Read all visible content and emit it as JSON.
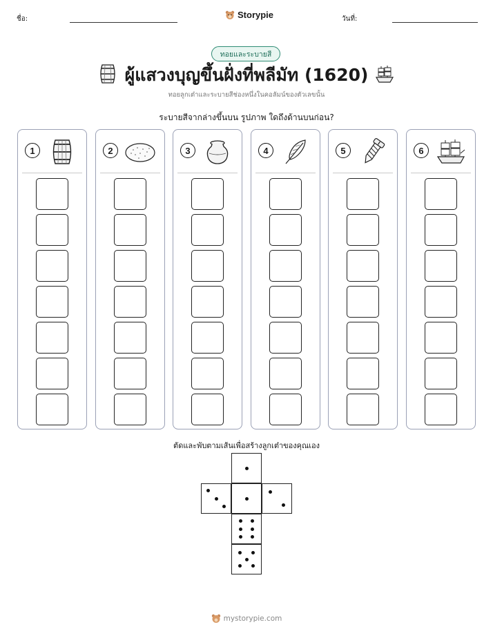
{
  "header": {
    "name_label": "ชื่อ:",
    "brand": "Storypie",
    "date_label": "วันที่:"
  },
  "badge": "ทอยและระบายสี",
  "title": "ผู้แสวงบุญขึ้นฝั่งที่พลีมัท (1620)",
  "subtitle": "ทอยลูกเต๋าและระบายสีช่องหนึ่งในคอลัมน์ของตัวเลขนั้น",
  "question": "ระบายสีจากล่างขึ้นบน รูปภาพ ใดถึงด้านบนก่อน?",
  "columns": [
    {
      "number": "1",
      "icon": "barrel-icon"
    },
    {
      "number": "2",
      "icon": "bread-icon"
    },
    {
      "number": "3",
      "icon": "pot-icon"
    },
    {
      "number": "4",
      "icon": "feather-quill-icon"
    },
    {
      "number": "5",
      "icon": "screw-icon"
    },
    {
      "number": "6",
      "icon": "ship-icon"
    }
  ],
  "boxes_per_column": 7,
  "cut_instruction": "ตัดและพับตามเส้นเพื่อสร้างลูกเต๋าของคุณเอง",
  "die_faces": [
    1,
    3,
    1,
    2,
    6,
    5
  ],
  "footer": "mystorypie.com"
}
